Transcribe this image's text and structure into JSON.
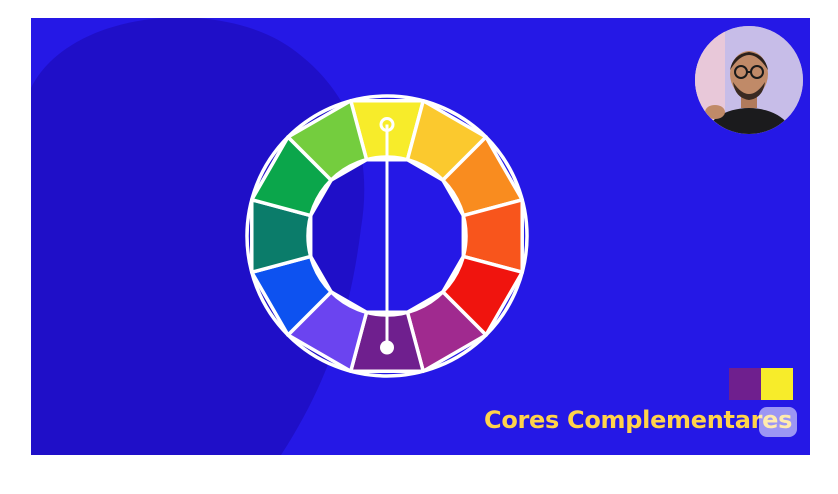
{
  "caption": "Cores Complementares",
  "colors": {
    "background": "#2518e6",
    "background_shape": "#1f0fc8",
    "caption": "#ffd34a",
    "ring_stroke": "#ffffff"
  },
  "color_wheel": {
    "segments": [
      {
        "name": "yellow",
        "color": "#f7ec2a"
      },
      {
        "name": "yellow-orange",
        "color": "#fbc92e"
      },
      {
        "name": "orange",
        "color": "#f98c1f"
      },
      {
        "name": "red-orange",
        "color": "#f8551c"
      },
      {
        "name": "red",
        "color": "#f0140e"
      },
      {
        "name": "red-violet",
        "color": "#a02a8f"
      },
      {
        "name": "violet",
        "color": "#6f1f8e"
      },
      {
        "name": "blue-violet",
        "color": "#6b44f0"
      },
      {
        "name": "blue",
        "color": "#0d52f0"
      },
      {
        "name": "blue-green",
        "color": "#0b7c6a"
      },
      {
        "name": "green",
        "color": "#0ba64b"
      },
      {
        "name": "yellow-green",
        "color": "#74cd3e"
      }
    ],
    "selected_pair": [
      "yellow",
      "violet"
    ]
  },
  "swatches": [
    {
      "name": "violet",
      "color": "#6f1f8e"
    },
    {
      "name": "yellow",
      "color": "#f7ec2a"
    }
  ]
}
